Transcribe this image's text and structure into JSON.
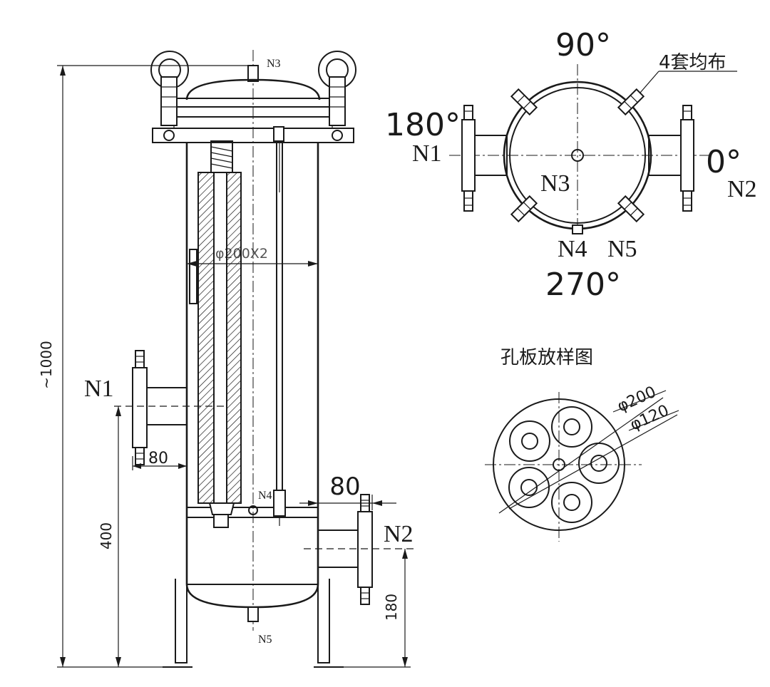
{
  "front_view": {
    "height_dim": "~1000",
    "nozzle_top": "N3",
    "nozzle_bottom": "N5",
    "nozzle_n4": "N4",
    "inlet": "N1",
    "outlet": "N2",
    "inlet_offset": "80",
    "outlet_offset": "80",
    "inlet_height": "400",
    "outlet_height": "180",
    "shell_dim": "φ200X2"
  },
  "top_view": {
    "angle_top": "90°",
    "angle_left": "180°",
    "angle_right": "0°",
    "angle_bottom": "270°",
    "note": "4套均布",
    "label_n1": "N1",
    "label_n2": "N2",
    "label_n3": "N3",
    "label_n4": "N4",
    "label_n5": "N5"
  },
  "orifice_plate": {
    "title": "孔板放样图",
    "dim_outer": "φ200",
    "dim_inner": "φ120"
  }
}
